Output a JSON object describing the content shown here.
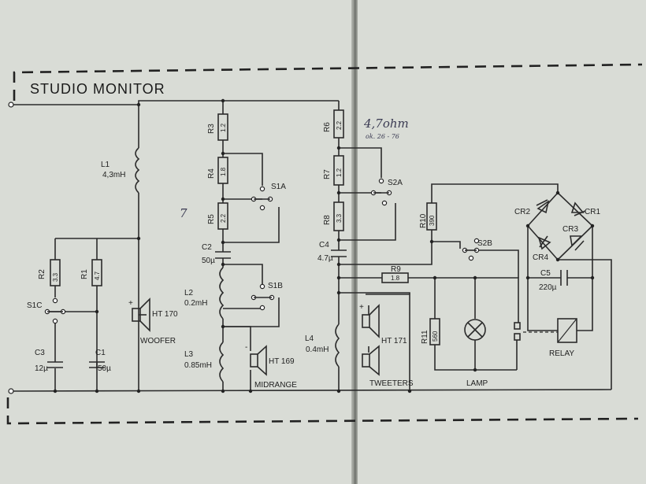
{
  "title": "STUDIO MONITOR",
  "handwritten": {
    "note": "4,7ohm",
    "note2": "ok. 26 - 76",
    "mark": "7"
  },
  "components": {
    "L1": {
      "ref": "L1",
      "value": "4,3mH"
    },
    "R2": {
      "ref": "R2",
      "value": "3.3"
    },
    "R1": {
      "ref": "R1",
      "value": "4.7"
    },
    "S1C": {
      "ref": "S1C"
    },
    "C3": {
      "ref": "C3",
      "value": "12µ"
    },
    "C1": {
      "ref": "C1",
      "value": "50µ"
    },
    "HT170": {
      "ref": "HT 170",
      "role": "WOOFER"
    },
    "R3": {
      "ref": "R3",
      "value": "1.2"
    },
    "R4": {
      "ref": "R4",
      "value": "1.8"
    },
    "R5": {
      "ref": "R5",
      "value": "2.2"
    },
    "S1A": {
      "ref": "S1A"
    },
    "C2": {
      "ref": "C2",
      "value": "50µ"
    },
    "L2": {
      "ref": "L2",
      "value": "0.2mH"
    },
    "S1B": {
      "ref": "S1B"
    },
    "L3": {
      "ref": "L3",
      "value": "0.85mH"
    },
    "HT169": {
      "ref": "HT 169",
      "role": "MIDRANGE"
    },
    "R6": {
      "ref": "R6",
      "value": "2.2"
    },
    "R7": {
      "ref": "R7",
      "value": "1.2"
    },
    "R8": {
      "ref": "R8",
      "value": "3.3"
    },
    "S2A": {
      "ref": "S2A"
    },
    "C4": {
      "ref": "C4",
      "value": "4.7µ"
    },
    "L4": {
      "ref": "L4",
      "value": "0.4mH"
    },
    "HT171": {
      "ref": "HT 171",
      "role": "TWEETERS"
    },
    "R9": {
      "ref": "R9",
      "value": "1.8"
    },
    "R10": {
      "ref": "R10",
      "value": "390"
    },
    "S2B": {
      "ref": "S2B"
    },
    "R11": {
      "ref": "R11",
      "value": "560"
    },
    "LAMP": {
      "ref": "LAMP"
    },
    "CR1": {
      "ref": "CR1"
    },
    "CR2": {
      "ref": "CR2"
    },
    "CR3": {
      "ref": "CR3"
    },
    "CR4": {
      "ref": "CR4"
    },
    "C5": {
      "ref": "C5",
      "value": "220µ"
    },
    "RELAY": {
      "ref": "RELAY"
    }
  },
  "polarity": {
    "plus": "+",
    "minus": "-"
  },
  "colors": {
    "paper": "#d9dcd6",
    "ink": "#2b2b2b",
    "handwriting": "#3a3a52"
  }
}
